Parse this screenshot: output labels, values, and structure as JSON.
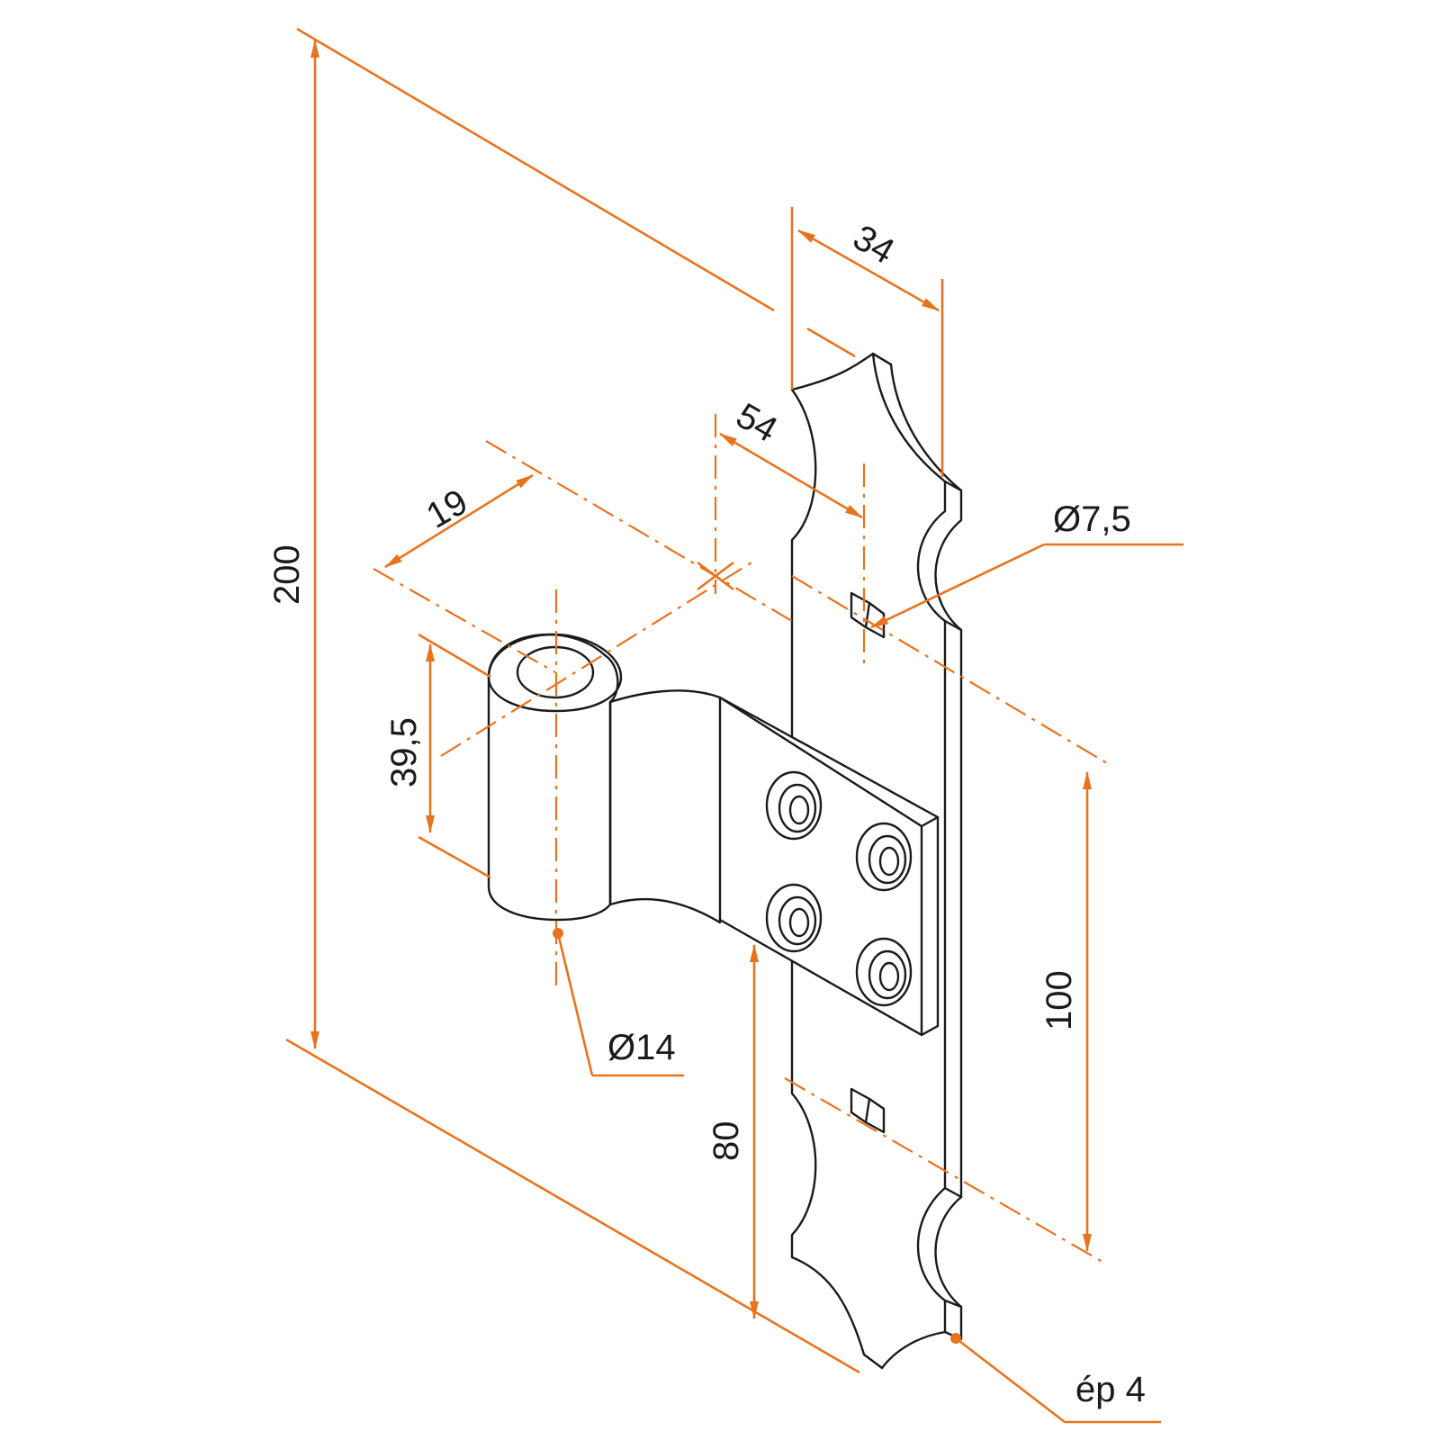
{
  "colors": {
    "dimension": "#e8731e",
    "outline": "#1a1a1a",
    "background": "#ffffff"
  },
  "dimensions": {
    "overall_height": "200",
    "plate_width": "34",
    "pin_offset": "54",
    "pin_spacing": "19",
    "knuckle_height": "39,5",
    "hole_diameter": "Ø7,5",
    "pin_diameter": "Ø14",
    "hole_spacing": "100",
    "pin_to_bottom": "80",
    "thickness": "ép 4"
  }
}
